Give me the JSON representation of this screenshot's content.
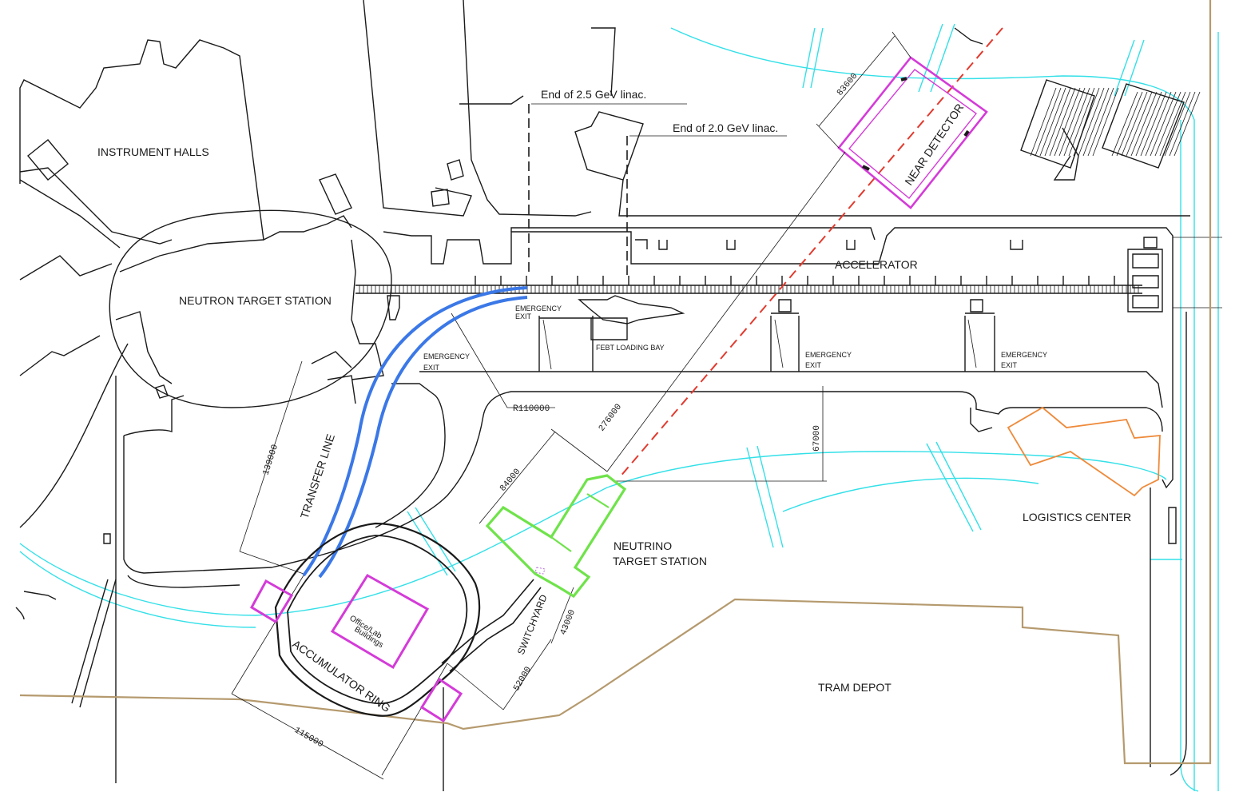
{
  "labels": {
    "instrument_halls": "INSTRUMENT HALLS",
    "neutron_target_station": "NEUTRON TARGET STATION",
    "accelerator": "ACCELERATOR",
    "near_detector": "NEAR DETECTOR",
    "transfer_line": "TRANSFER LINE",
    "accumulator_ring": "ACCUMULATOR RING",
    "office_lab_line1": "Office/Lab",
    "office_lab_line2": "Buildings",
    "neutrino_line1": "NEUTRINO",
    "neutrino_line2": "TARGET STATION",
    "switchyard": "SWITCHYARD",
    "logistics_center": "LOGISTICS CENTER",
    "tram_depot": "TRAM DEPOT",
    "febt_loading_bay": "FEBT LOADING BAY",
    "emergency": "EMERGENCY",
    "exit": "EXIT",
    "end_25": "End of 2.5 GeV linac.",
    "end_20": "End of 2.0 GeV linac."
  },
  "dimensions": {
    "d83600": "83600",
    "d276000": "276000",
    "d67000": "67000",
    "d139000": "139000",
    "d84000": "84000",
    "d115000": "115000",
    "d52000": "52000",
    "d43000": "43000",
    "r110000": "R110000"
  },
  "colors": {
    "outline": "#1a1a1a",
    "road": "#33e0e8",
    "boundary": "#b59a6e",
    "magenta": "#d43bd8",
    "neutrino": "#6fe34a",
    "logistics": "#ee8a3a",
    "transfer": "#3b78e7",
    "beam": "#e23a2e"
  }
}
